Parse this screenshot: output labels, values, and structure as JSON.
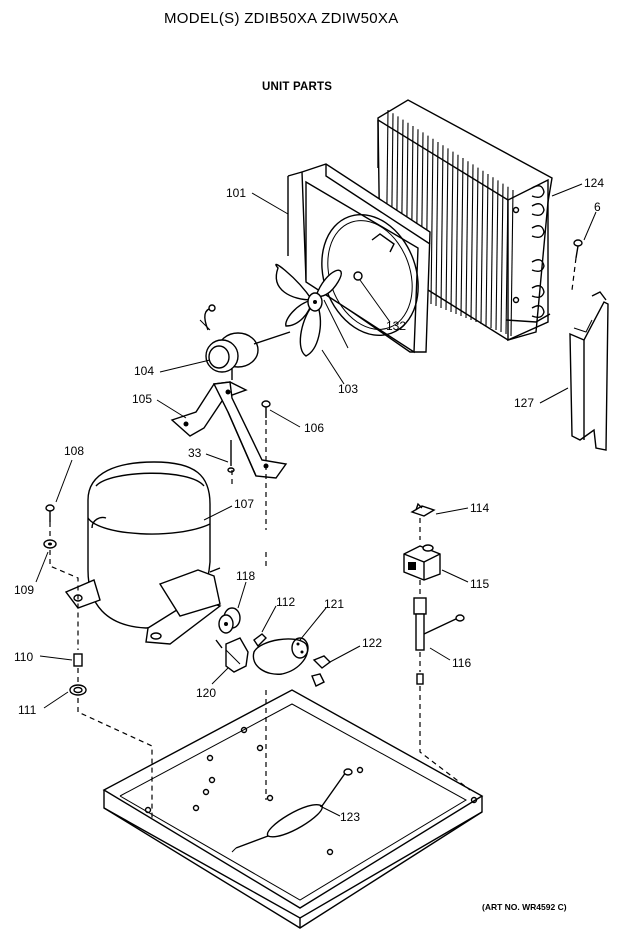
{
  "header": {
    "title": "MODEL(S) ZDIB50XA  ZDIW50XA",
    "subtitle": "UNIT PARTS"
  },
  "callouts": {
    "p101": "101",
    "p104": "104",
    "p105": "105",
    "p33": "33",
    "p106": "106",
    "p103": "103",
    "p132": "132",
    "p124": "124",
    "p6": "6",
    "p127": "127",
    "p108": "108",
    "p107": "107",
    "p109": "109",
    "p118": "118",
    "p112": "112",
    "p121": "121",
    "p122": "122",
    "p120": "120",
    "p110": "110",
    "p111": "111",
    "p114": "114",
    "p115": "115",
    "p116": "116",
    "p123": "123"
  },
  "footer": {
    "art_number": "(ART NO. WR4592 C)"
  }
}
